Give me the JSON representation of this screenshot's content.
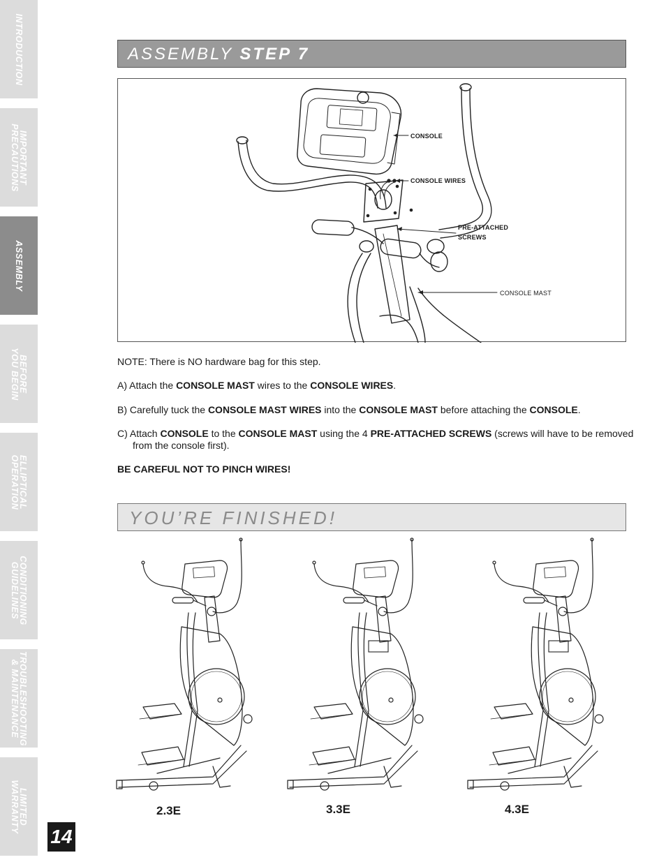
{
  "sidebar": {
    "tabs": [
      {
        "label": "INTRODUCTION",
        "active": false
      },
      {
        "label": "IMPORTANT\nPRECAUTIONS",
        "active": false
      },
      {
        "label": "ASSEMBLY",
        "active": true
      },
      {
        "label": "BEFORE\nYOU BEGIN",
        "active": false
      },
      {
        "label": "ELLIPTICAL\nOPERATION",
        "active": false
      },
      {
        "label": "CONDITIONING\nGUIDELINES",
        "active": false
      },
      {
        "label": "TROUBLESHOOTING\n& MAINTENANCE",
        "active": false
      },
      {
        "label": "LIMITED\nWARRANTY",
        "active": false
      }
    ]
  },
  "page_number": "14",
  "step_header": {
    "prefix": "ASSEMBLY",
    "step": "STEP 7"
  },
  "diagram": {
    "callouts": {
      "console": "CONSOLE",
      "console_wires": "CONSOLE WIRES",
      "pre_attached_screws_1": "PRE-ATTACHED",
      "pre_attached_screws_2": "SCREWS",
      "console_mast": "CONSOLE MAST"
    }
  },
  "instructions": {
    "note": "NOTE: There is NO hardware bag for this step.",
    "a": {
      "t1": "A) Attach the ",
      "b1": "CONSOLE MAST",
      "t2": " wires to the ",
      "b2": "CONSOLE WIRES",
      "t3": "."
    },
    "b": {
      "t1": "B) Carefully tuck the ",
      "b1": "CONSOLE MAST WIRES",
      "t2": " into the ",
      "b2": "CONSOLE MAST",
      "t3": " before attaching the ",
      "b3": "CONSOLE",
      "t4": "."
    },
    "c": {
      "t1": "C) Attach ",
      "b1": "CONSOLE",
      "t2": " to the ",
      "b2": "CONSOLE MAST",
      "t3": " using the 4 ",
      "b3": "PRE-ATTACHED SCREWS",
      "t4": " (screws will have to be removed from the console first)."
    },
    "warning": "BE CAREFUL NOT TO PINCH WIRES!"
  },
  "finished_header": "YOU’RE FINISHED!",
  "models": [
    {
      "label": "2.3E"
    },
    {
      "label": "3.3E"
    },
    {
      "label": "4.3E"
    }
  ],
  "colors": {
    "active_tab": "#8c8c8c",
    "inactive_tab": "#dcdcdc",
    "step_header": "#9a9a9a",
    "finish_header": "#e6e6e6"
  }
}
